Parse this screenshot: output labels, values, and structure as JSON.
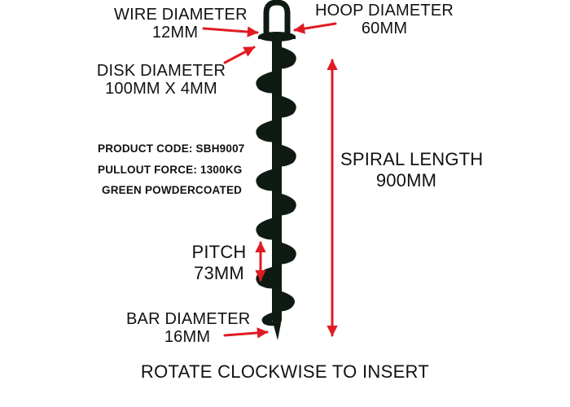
{
  "labels": {
    "wire_diameter": {
      "title": "WIRE DIAMETER",
      "value": "12MM"
    },
    "hoop_diameter": {
      "title": "HOOP DIAMETER",
      "value": "60MM"
    },
    "disk_diameter": {
      "title": "DISK DIAMETER",
      "value": "100MM X 4MM"
    },
    "spiral_length": {
      "title": "SPIRAL LENGTH",
      "value": "900MM"
    },
    "pitch": {
      "title": "PITCH",
      "value": "73MM"
    },
    "bar_diameter": {
      "title": "BAR DIAMETER",
      "value": "16MM"
    }
  },
  "specs": {
    "product_code": "PRODUCT CODE: SBH9007",
    "pullout_force": "PULLOUT FORCE: 1300KG",
    "coating": "GREEN POWDERCOATED"
  },
  "footer": "ROTATE CLOCKWISE TO INSERT",
  "colors": {
    "arrow": "#e01b24",
    "product": "#0f1a12",
    "text": "#111111"
  }
}
